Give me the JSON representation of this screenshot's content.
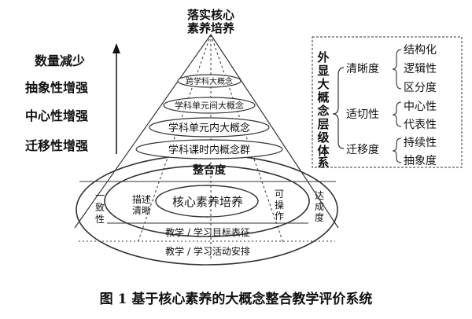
{
  "apex_title": [
    "落实核心",
    "素养培养"
  ],
  "left_labels": [
    "数量减少",
    "抽象性增强",
    "中心性增强",
    "迁移性增强"
  ],
  "pyramid_levels": [
    "跨学科大概念",
    "学科单元间大概念",
    "学科单元内大概念",
    "学科课时内概念群"
  ],
  "ellipse_outer_label": "整合度",
  "ellipse_core_label": "核心素养培养",
  "ellipse_left_label": [
    "一",
    "致",
    "性"
  ],
  "ellipse_inner_left_label": [
    "描述",
    "清晰"
  ],
  "ellipse_inner_right_label": [
    "可",
    "操",
    "作"
  ],
  "ellipse_right_label": [
    "达",
    "成",
    "度"
  ],
  "ellipse_lower_1": "教学 / 学习目标表征",
  "ellipse_lower_2": "教学 / 学习活动安排",
  "right_box": {
    "title_chars": [
      "外",
      "显",
      "大",
      "概",
      "念",
      "层",
      "级",
      "体",
      "系"
    ],
    "groups": [
      {
        "name": "清晰度",
        "items": [
          "结构化",
          "逻辑性",
          "区分度"
        ]
      },
      {
        "name": "适切性",
        "items": [
          "中心性",
          "代表性"
        ]
      },
      {
        "name": "迁移度",
        "items": [
          "持续性",
          "抽象度"
        ]
      }
    ]
  },
  "caption": "图 1 基于核心素养的大概念整合教学评价系统"
}
